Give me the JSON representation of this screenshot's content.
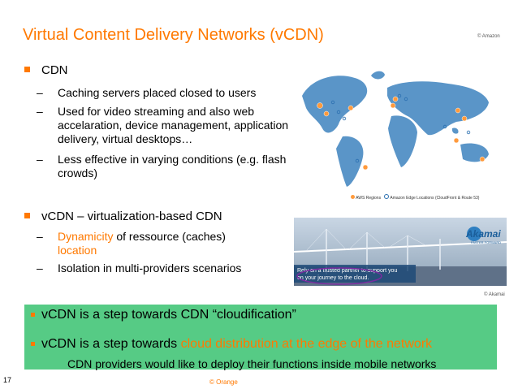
{
  "slide": {
    "title": "Virtual Content Delivery Networks (vCDN)",
    "amazon_credit": "© Amazon",
    "akamai_credit": "© Akamai",
    "page_number": "17",
    "footer": "© Orange"
  },
  "cdn": {
    "heading": "CDN",
    "items": [
      "Caching servers placed closed to users",
      "Used for video streaming and also web accelaration, device management, application delivery, virtual desktops…",
      "Less effective in varying conditions (e.g. flash crowds)"
    ]
  },
  "vcdn": {
    "heading": "vCDN – virtualization-based CDN",
    "item1_highlight": "Dynamicity",
    "item1_rest": " of ressource (caches)",
    "item1_line2": "location",
    "item2": "Isolation in multi-providers scenarios"
  },
  "map": {
    "legend_regions": "AWS Regions",
    "legend_edge": "Amazon Edge Locations (CloudFront & Route 53)"
  },
  "banner": {
    "brand": "Akamai",
    "tagline": "FASTER FORWARD",
    "line1": "Rely on a trusted partner to support you",
    "line2": "on your journey to the cloud."
  },
  "summary": {
    "line1": "vCDN is a step towards CDN “cloudification”",
    "line2_start": "vCDN is a step towards ",
    "line2_highlight": "cloud distribution at the edge of the network",
    "sub": "CDN providers would like to deploy their functions inside mobile networks"
  }
}
